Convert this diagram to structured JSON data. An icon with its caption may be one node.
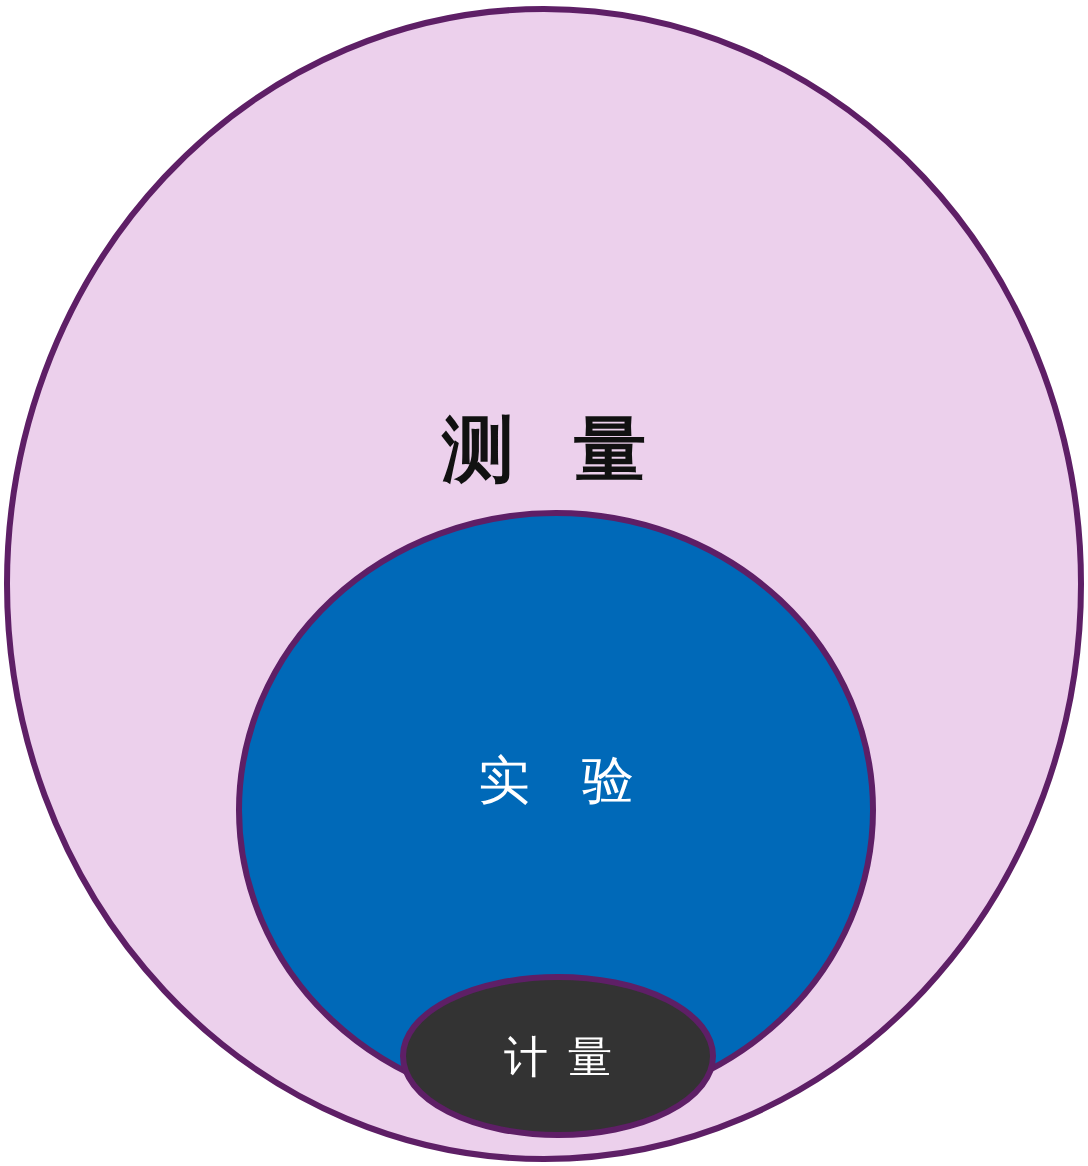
{
  "diagram": {
    "nodes": [
      {
        "text": [
          "测量"
        ]
      },
      {
        "text": [
          "实验"
        ],
        "in": 0
      },
      {
        "text": [
          "计量"
        ],
        "in": 0
      }
    ]
  }
}
